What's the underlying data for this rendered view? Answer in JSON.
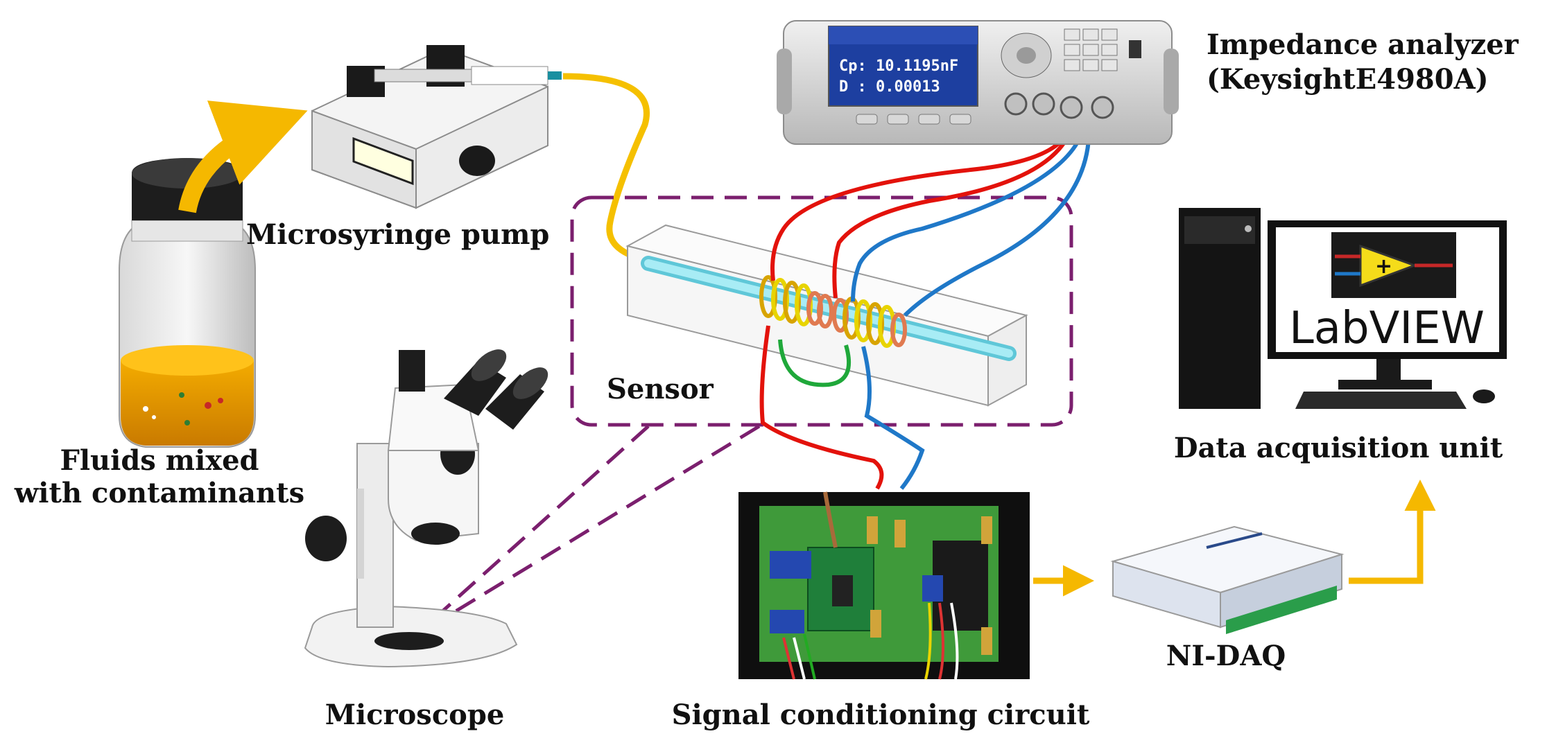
{
  "labels": {
    "microsyringe_pump": "Microsyringe pump",
    "fluids_line1": "Fluids mixed",
    "fluids_line2": "with contaminants",
    "microscope": "Microscope",
    "sensor": "Sensor",
    "signal_conditioning": "Signal conditioning circuit",
    "ni_daq": "NI-DAQ",
    "data_acquisition": "Data acquisition unit",
    "impedance_line1": "Impedance analyzer",
    "impedance_line2": "(KeysightE4980A)"
  },
  "lcr_display": {
    "cp_reading": "Cp:  10.1195nF",
    "d_reading": "D :  0.00013"
  },
  "monitor_screen": {
    "software_name": "LabVIEW"
  },
  "colors": {
    "flow_arrow": "#F5B800",
    "dashed_box": "#7B1F6E",
    "wire_red": "#E3120B",
    "wire_blue": "#1F78C8",
    "wire_green": "#1FA83A",
    "tube_yellow": "#F5C000",
    "channel": "#8FE3F0",
    "coil": "#E8D400"
  }
}
